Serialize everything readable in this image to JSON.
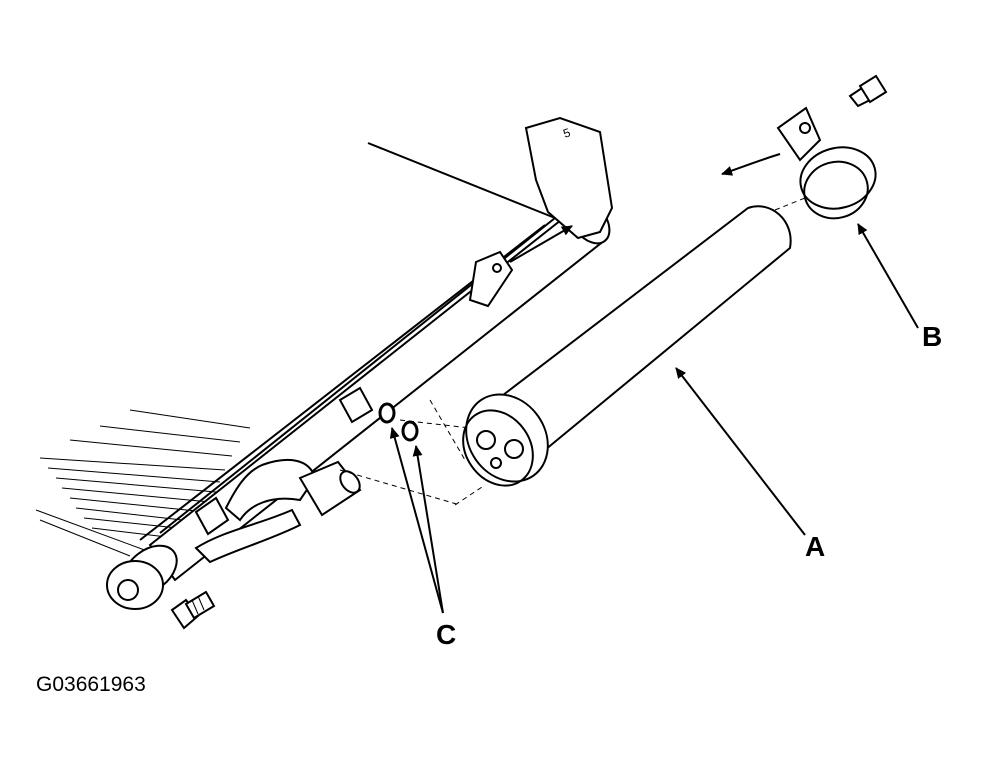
{
  "labels": {
    "a": "A",
    "b": "B",
    "c": "C"
  },
  "figure_id": "G03661963"
}
